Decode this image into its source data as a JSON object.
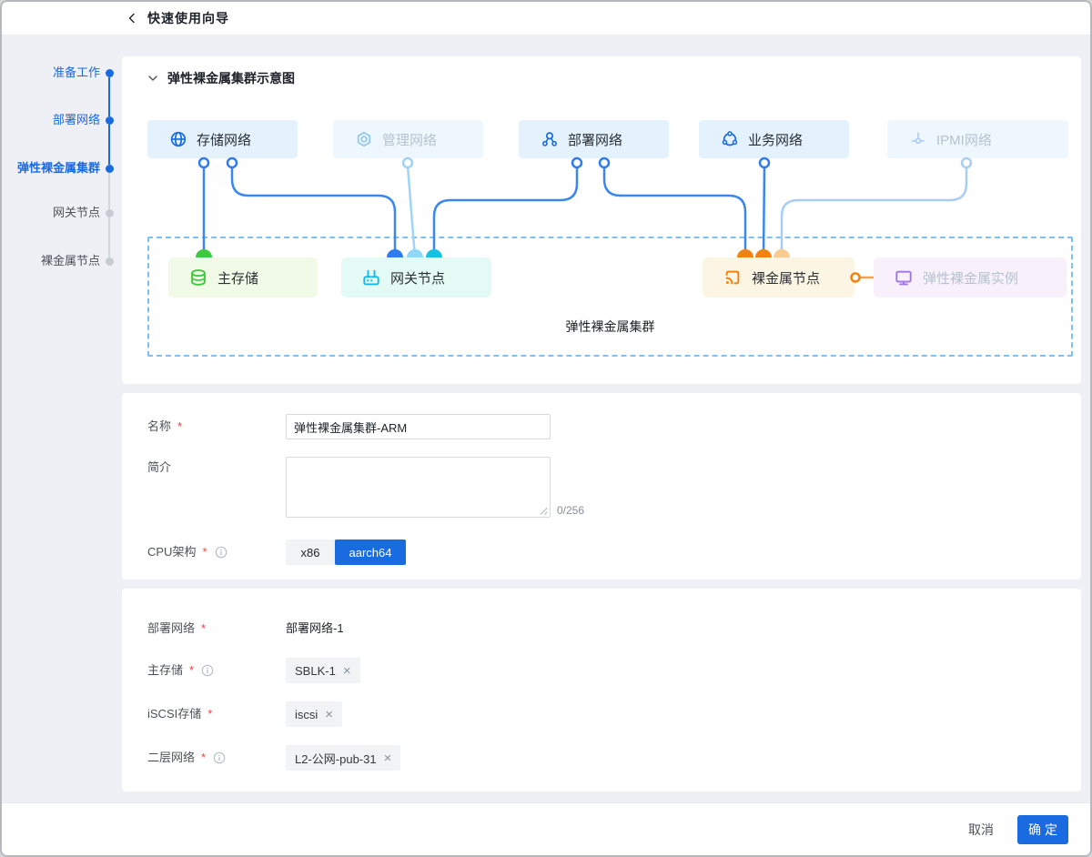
{
  "header": {
    "title": "快速使用向导"
  },
  "stepper": {
    "items": [
      {
        "label": "准备工作",
        "state": "done"
      },
      {
        "label": "部署网络",
        "state": "done"
      },
      {
        "label": "弹性裸金属集群",
        "state": "current"
      },
      {
        "label": "网关节点",
        "state": "pending"
      },
      {
        "label": "裸金属节点",
        "state": "pending"
      }
    ]
  },
  "diagram": {
    "section_title": "弹性裸金属集群示意图",
    "cluster_label": "弹性裸金属集群",
    "networks": [
      {
        "label": "存储网络",
        "active": true
      },
      {
        "label": "管理网络",
        "active": false
      },
      {
        "label": "部署网络",
        "active": true
      },
      {
        "label": "业务网络",
        "active": true
      },
      {
        "label": "IPMI网络",
        "active": false
      }
    ],
    "nodes": [
      {
        "label": "主存储",
        "theme": "green"
      },
      {
        "label": "网关节点",
        "theme": "cyan"
      },
      {
        "label": "裸金属节点",
        "theme": "orange"
      },
      {
        "label": "弹性裸金属实例",
        "theme": "purple"
      }
    ]
  },
  "form_basic": {
    "name_label": "名称",
    "name_value": "弹性裸金属集群-ARM",
    "desc_label": "简介",
    "desc_counter": "0/256",
    "cpu_label": "CPU架构",
    "cpu_options": [
      {
        "label": "x86",
        "selected": false
      },
      {
        "label": "aarch64",
        "selected": true
      }
    ]
  },
  "form_network": {
    "rows": [
      {
        "label": "部署网络",
        "value": "部署网络-1"
      },
      {
        "label": "主存储",
        "value": "SBLK-1"
      },
      {
        "label": "iSCSI存储",
        "value": "iscsi"
      },
      {
        "label": "二层网络",
        "value": "L2-公网-pub-31"
      }
    ]
  },
  "footer": {
    "cancel_label": "取消",
    "confirm_label": "确定"
  },
  "misc": {
    "required_mark": "*",
    "close_glyph": "×"
  },
  "colors": {
    "primary": "#1a6ae0",
    "line_blue": "#3a87f0",
    "line_pale_blue": "#a9cdf5",
    "line_light_blue": "#9fd4f5",
    "green": "#3fc93c",
    "cyan": "#13b8e8",
    "orange": "#f5820d",
    "orange_light": "#fbca8e",
    "purple": "#a273e3"
  }
}
